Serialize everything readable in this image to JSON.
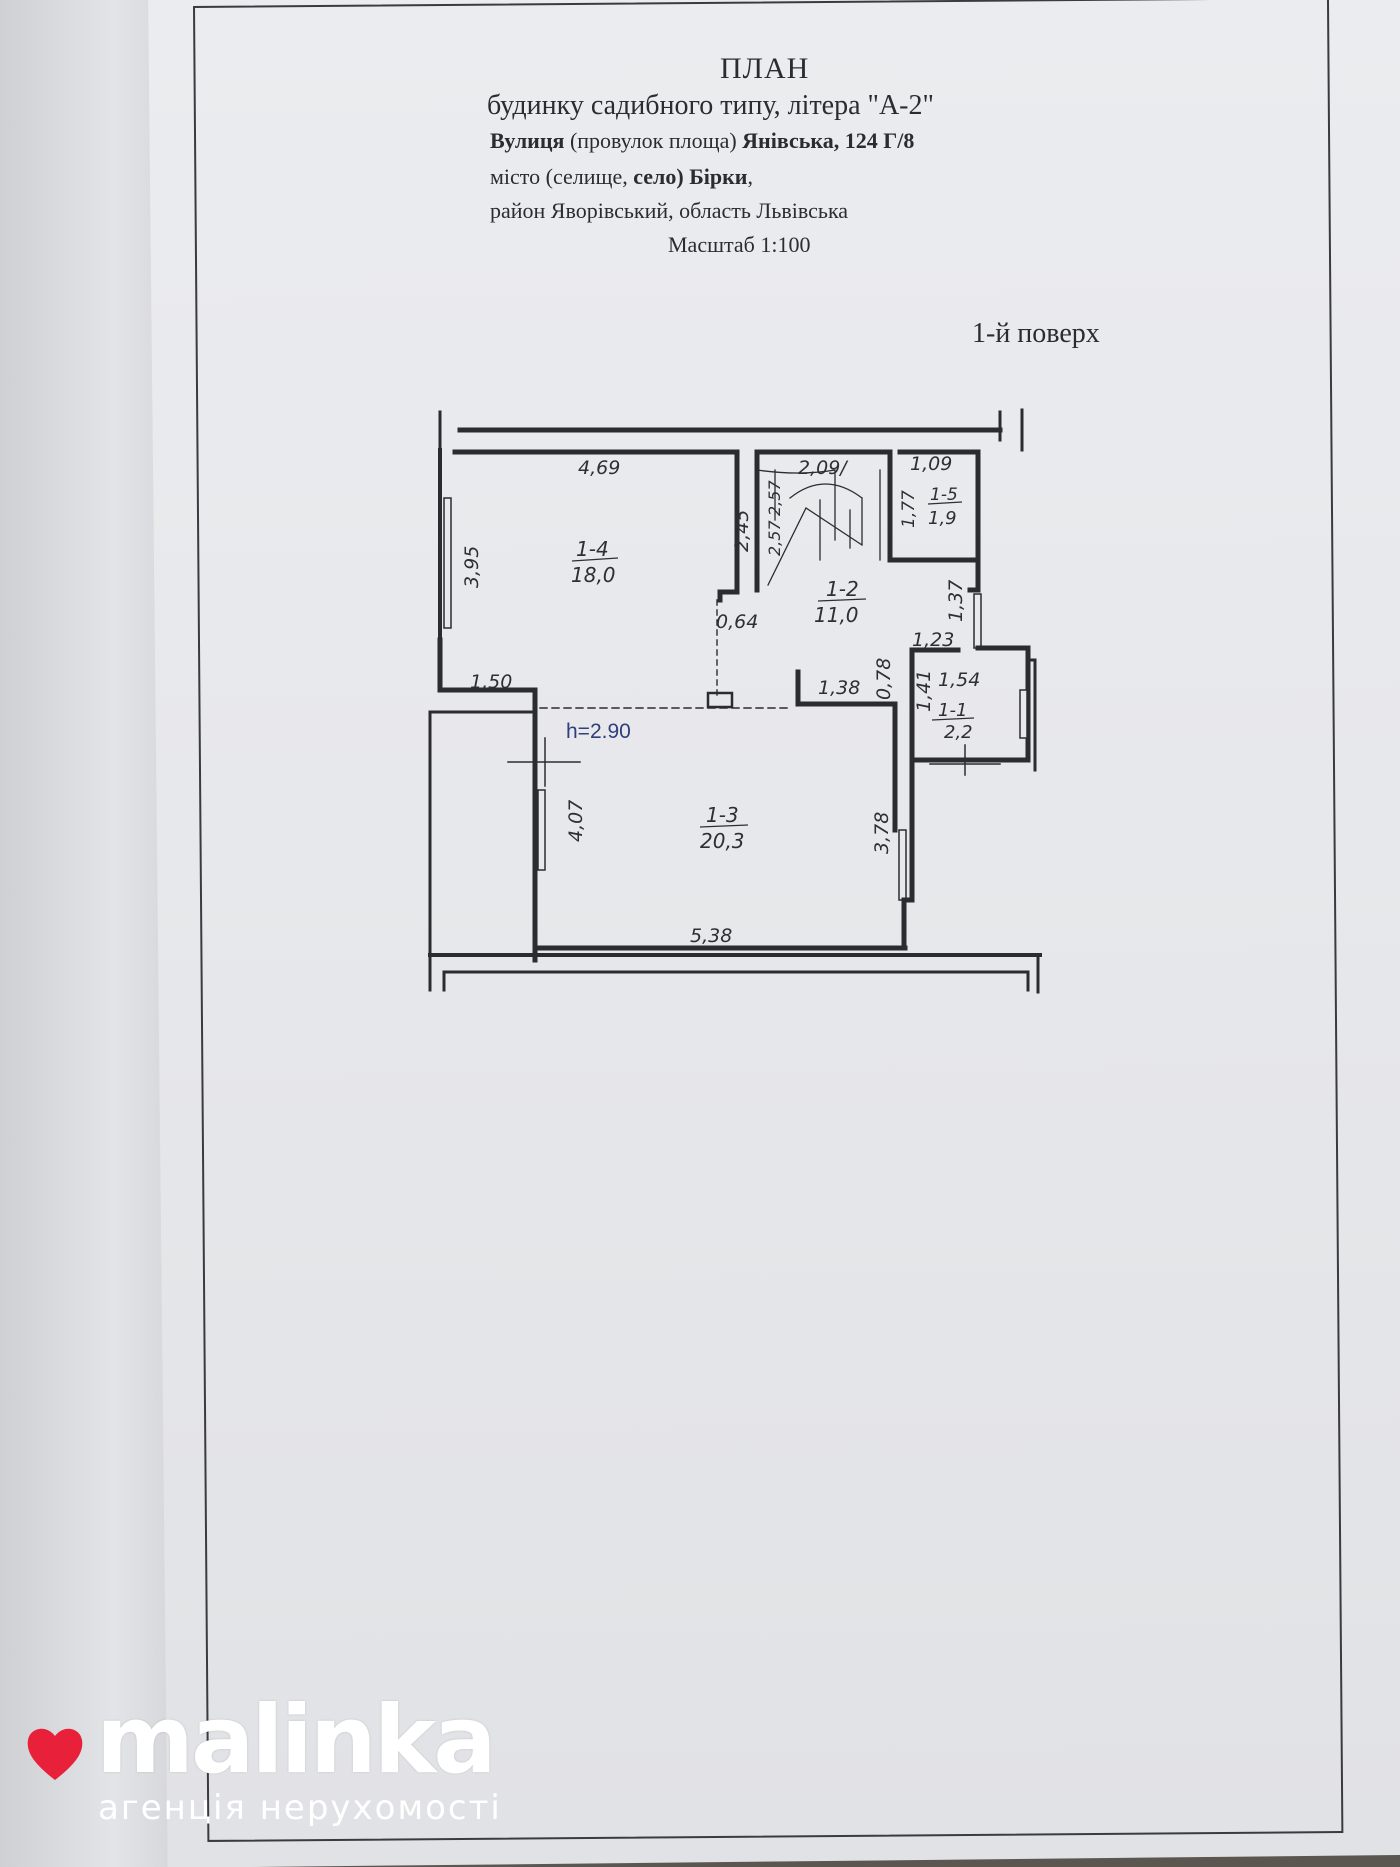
{
  "title_block": {
    "plan": "ПЛАН",
    "subtitle": "будинку садибного типу, літера \"А-2\"",
    "street_label": "Вулиця",
    "street_hint": "(провулок площа)",
    "street_value": "Янівська, 124 Г/8",
    "city_label": "місто (селище,",
    "city_village": "село)",
    "city_value": "Бірки",
    "city_comma": ",",
    "district": "район Яворівський, область Львівська",
    "scale": "Масштаб 1:100",
    "floor": "1-й поверх"
  },
  "rooms": [
    {
      "id": "1-1",
      "area": "2,2"
    },
    {
      "id": "1-2",
      "area": "11,0"
    },
    {
      "id": "1-3",
      "area": "20,3"
    },
    {
      "id": "1-4",
      "area": "18,0"
    },
    {
      "id": "1-5",
      "area": "1,9"
    }
  ],
  "dimensions": {
    "d469": "4,69",
    "d395": "3,95",
    "d245": "2,45",
    "d257": "2,57",
    "d209": "2,09/",
    "d109": "1,09",
    "d177": "1,77",
    "d064": "0,64",
    "d137": "1,37",
    "d123": "1,23",
    "d078": "0,78",
    "d138": "1,38",
    "d154": "1,54",
    "d141": "1,41",
    "d150": "1,50",
    "d407": "4,07",
    "d378": "3,78",
    "d538": "5,38"
  },
  "ceiling_height": "h=2.90",
  "watermark": {
    "name": "malinka",
    "tagline": "агенція нерухомості",
    "heart_color": "#e8203a"
  }
}
